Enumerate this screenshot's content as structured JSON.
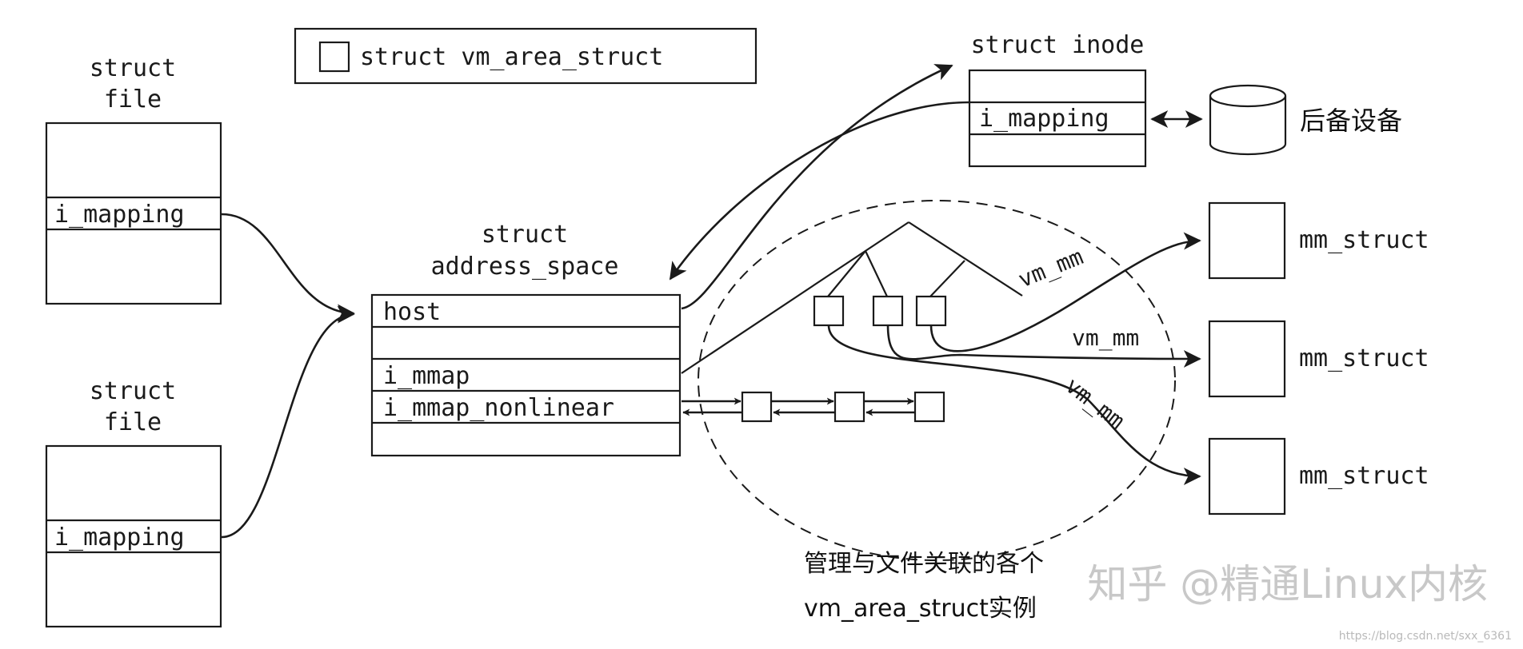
{
  "legend": {
    "label": "struct vm_area_struct"
  },
  "file_top": {
    "title_line1": "struct",
    "title_line2": "file",
    "field": "i_mapping"
  },
  "file_bottom": {
    "title_line1": "struct",
    "title_line2": "file",
    "field": "i_mapping"
  },
  "address_space": {
    "title_line1": "struct",
    "title_line2": "address_space",
    "fields": [
      "host",
      "",
      "i_mmap",
      "i_mmap_nonlinear",
      ""
    ]
  },
  "inode": {
    "title": "struct inode",
    "field": "i_mapping"
  },
  "backing_device": {
    "label": "后备设备"
  },
  "mm_structs": [
    "mm_struct",
    "mm_struct",
    "mm_struct"
  ],
  "edge_labels": {
    "vm_mm_1": "vm_mm",
    "vm_mm_2": "vm_mm",
    "vm_mm_3": "vm_mm"
  },
  "caption": {
    "line1": "管理与文件关联的各个",
    "line2": "vm_area_struct实例"
  },
  "watermark": {
    "main": "知乎 @精通Linux内核",
    "url": "https://blog.csdn.net/sxx_6361"
  },
  "colors": {
    "ink": "#1a1a1a",
    "watermark": "#c8c8c8",
    "background": "#ffffff"
  }
}
